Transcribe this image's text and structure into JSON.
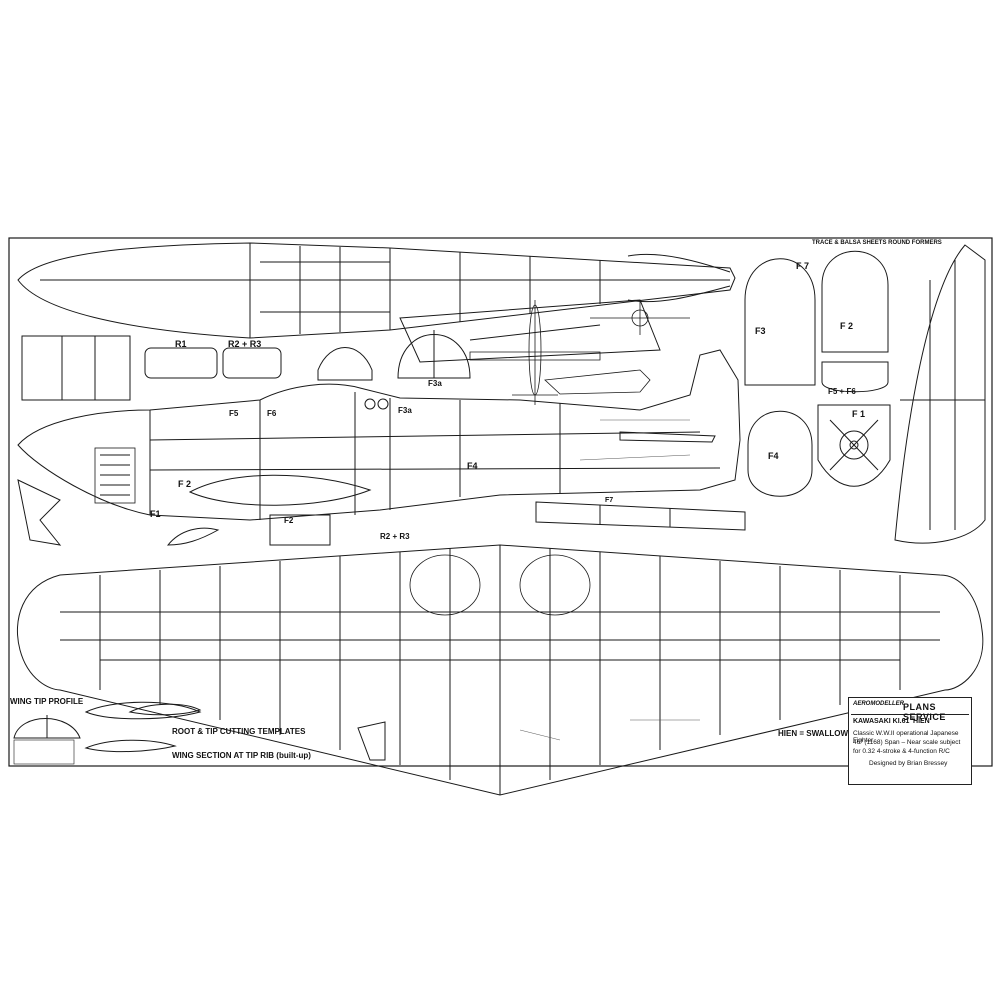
{
  "labels": {
    "r1": "R1",
    "r2r3_top": "R2 + R3",
    "r2r3_bottom": "R2 + R3",
    "f3a_left": "F3a",
    "f3a_mid": "F3a",
    "f5": "F5",
    "f6": "F6",
    "f2_fuselage": "F 2",
    "f1": "F1",
    "f2_small": "F2",
    "f4_fuselage": "F4",
    "f7_small": "F7",
    "f7": "F 7",
    "f3": "F3",
    "f2_former": "F 2",
    "f5f6": "F5 + F6",
    "f4_former": "F4",
    "f1_former": "F 1",
    "wing_tip_profile": "WING TIP PROFILE",
    "root_tip_templates": "ROOT & TIP CUTTING TEMPLATES",
    "wing_section": "WING SECTION AT TIP RIB (built-up)",
    "hien": "HIEN = SWALLOW",
    "balsa_note": "TRACE & BALSA SHEETS ROUND FORMERS"
  },
  "title_block": {
    "publisher": "AEROMODELLER",
    "service": "PLANS SERVICE",
    "name": "KAWASAKI KI.61 'HIEN'",
    "line1": "Classic W.W.II operational Japanese Fighter",
    "line2": "46\" (1168) Span – Near scale subject",
    "line3": "for 0.32 4-stroke & 4-function R/C",
    "designer": "Designed by Brian Bressey"
  },
  "colors": {
    "ink": "#1a1a1a",
    "paper": "#ffffff"
  }
}
